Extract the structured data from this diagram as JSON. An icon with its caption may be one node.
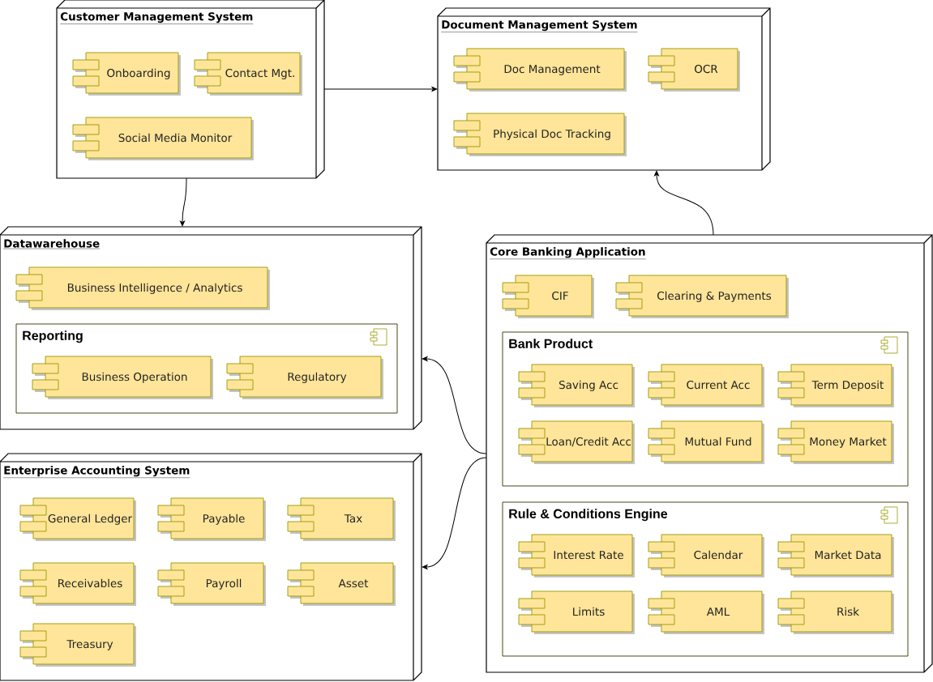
{
  "diagram": {
    "nodes": [
      {
        "text": [
          "Customer Management System"
        ]
      },
      {
        "text": [
          "Onboarding"
        ],
        "in": 0
      },
      {
        "text": [
          "Contact Mgt."
        ],
        "in": 0
      },
      {
        "text": [
          "Social Media Monitor"
        ],
        "in": 0
      },
      {
        "text": [
          "Document Management System"
        ]
      },
      {
        "text": [
          "Doc Management"
        ],
        "in": 4
      },
      {
        "text": [
          "OCR"
        ],
        "in": 4
      },
      {
        "text": [
          "Physical Doc Tracking"
        ],
        "in": 4
      },
      {
        "text": [
          "Datawarehouse"
        ]
      },
      {
        "text": [
          "Business Intelligence / Analytics"
        ],
        "in": 8
      },
      {
        "text": [
          "Reporting"
        ],
        "in": 8
      },
      {
        "text": [
          "Business Operation"
        ],
        "in": 10
      },
      {
        "text": [
          "Regulatory"
        ],
        "in": 10
      },
      {
        "text": [
          "Enterprise Accounting System"
        ]
      },
      {
        "text": [
          "General Ledger"
        ],
        "in": 13
      },
      {
        "text": [
          "Payable"
        ],
        "in": 13
      },
      {
        "text": [
          "Tax"
        ],
        "in": 13
      },
      {
        "text": [
          "Receivables"
        ],
        "in": 13
      },
      {
        "text": [
          "Payroll"
        ],
        "in": 13
      },
      {
        "text": [
          "Asset"
        ],
        "in": 13
      },
      {
        "text": [
          "Treasury"
        ],
        "in": 13
      },
      {
        "text": [
          "Core Banking Application"
        ]
      },
      {
        "text": [
          "CIF"
        ],
        "in": 21
      },
      {
        "text": [
          "Clearing & Payments"
        ],
        "in": 21
      },
      {
        "text": [
          "Bank Product"
        ],
        "in": 21
      },
      {
        "text": [
          "Saving Acc"
        ],
        "in": 24
      },
      {
        "text": [
          "Current Acc"
        ],
        "in": 24
      },
      {
        "text": [
          "Term Deposit"
        ],
        "in": 24
      },
      {
        "text": [
          "Loan/Credit Acc"
        ],
        "in": 24
      },
      {
        "text": [
          "Mutual Fund"
        ],
        "in": 24
      },
      {
        "text": [
          "Money Market"
        ],
        "in": 24
      },
      {
        "text": [
          "Rule & Conditions Engine"
        ],
        "in": 21
      },
      {
        "text": [
          "Interest Rate"
        ],
        "in": 31
      },
      {
        "text": [
          "Calendar"
        ],
        "in": 31
      },
      {
        "text": [
          "Market Data"
        ],
        "in": 31
      },
      {
        "text": [
          "Limits"
        ],
        "in": 31
      },
      {
        "text": [
          "AML"
        ],
        "in": 31
      },
      {
        "text": [
          "Risk"
        ],
        "in": 31
      }
    ],
    "edges": [
      {
        "from": 0,
        "to": 4,
        "arrow": "to"
      },
      {
        "from": 0,
        "to": 8,
        "arrow": "to"
      },
      {
        "from": 21,
        "to": 4,
        "arrow": "to"
      },
      {
        "from": 21,
        "to": 8,
        "arrow": "to"
      },
      {
        "from": 21,
        "to": 13,
        "arrow": "to"
      }
    ]
  }
}
